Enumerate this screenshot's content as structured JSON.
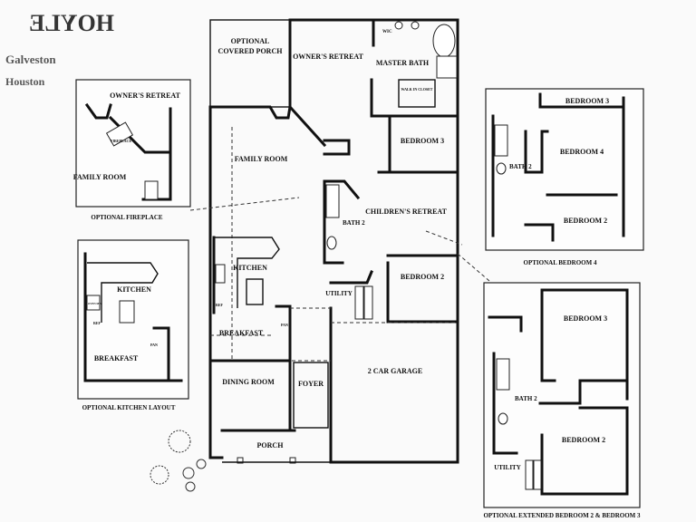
{
  "header": {
    "plan_name": "HOYLE",
    "subtitle": "Galveston",
    "sub2": "Houston"
  },
  "rooms": {
    "optional_covered_porch": "OPTIONAL COVERED PORCH",
    "owners_retreat": "OWNER'S RETREAT",
    "master_bath": "MASTER BATH",
    "walk_in_closet": "WALK IN CLOSET",
    "wic_abbr": "WIC",
    "family_room": "FAMILY ROOM",
    "bedroom3": "BEDROOM 3",
    "childrens_retreat": "CHILDREN'S RETREAT",
    "bath2": "BATH 2",
    "kitchen": "KITCHEN",
    "bedroom2": "BEDROOM 2",
    "utility": "UTILITY",
    "breakfast": "BREAKFAST",
    "pantry": "PAN",
    "ref": "REF",
    "dining_room": "DINING ROOM",
    "foyer": "FOYER",
    "garage": "2 CAR GARAGE",
    "porch": "PORCH"
  },
  "insets": {
    "fireplace": {
      "owners_retreat": "OWNER'S RETREAT",
      "fireplace": "FIREPLACE",
      "family_room": "FAMILY ROOM",
      "caption": "OPTIONAL FIREPLACE"
    },
    "kitchen_layout": {
      "kitchen": "KITCHEN",
      "breakfast": "BREAKFAST",
      "oven": "OVEN MW",
      "ref": "REF",
      "pantry": "PAN",
      "caption": "OPTIONAL KITCHEN LAYOUT"
    },
    "bedroom4": {
      "bedroom3": "BEDROOM 3",
      "bedroom4": "BEDROOM 4",
      "bath2": "BATH 2",
      "bedroom2": "BEDROOM 2",
      "caption": "OPTIONAL BEDROOM 4"
    },
    "extended": {
      "bedroom3": "BEDROOM 3",
      "bath2": "BATH 2",
      "bedroom2": "BEDROOM 2",
      "utility": "UTILITY",
      "caption": "OPTIONAL EXTENDED BEDROOM 2 & BEDROOM 3"
    }
  }
}
